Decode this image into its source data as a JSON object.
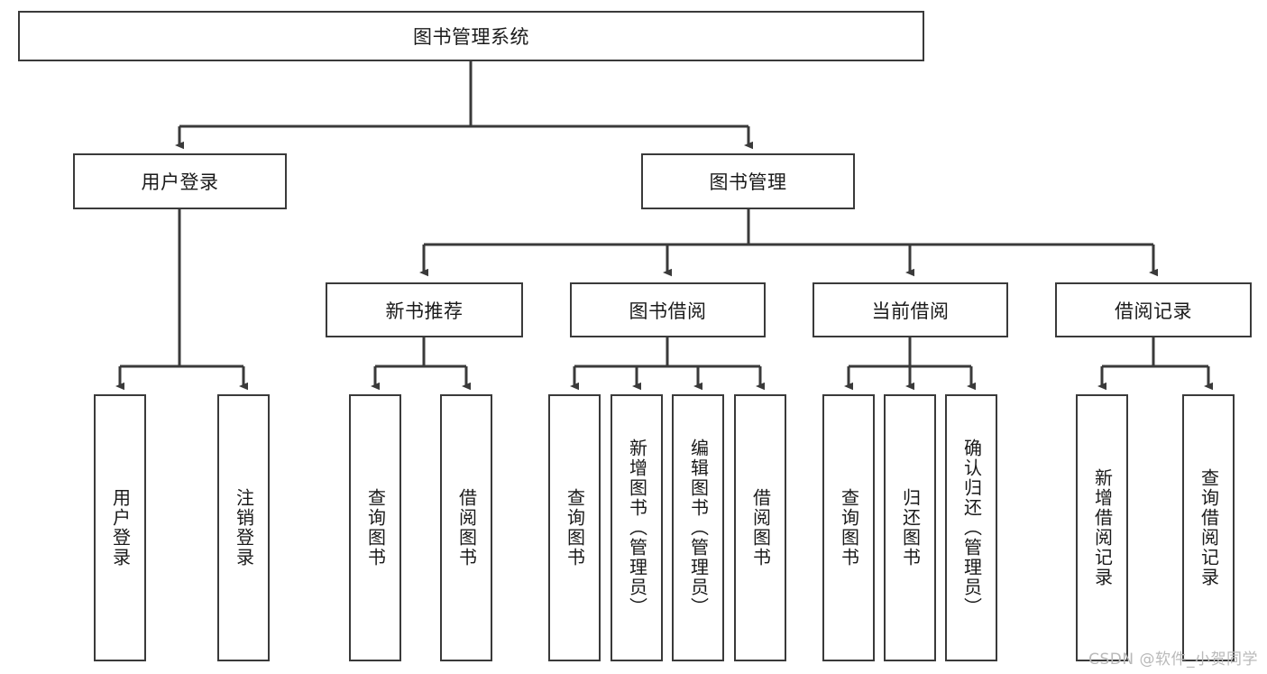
{
  "diagram": {
    "title": "图书管理系统",
    "type": "tree",
    "root": {
      "id": "root",
      "label": "图书管理系统",
      "orientation": "horizontal"
    },
    "level2": [
      {
        "id": "user-login",
        "label": "用户登录",
        "orientation": "horizontal"
      },
      {
        "id": "book-management",
        "label": "图书管理",
        "orientation": "horizontal"
      }
    ],
    "level3": [
      {
        "id": "new-book-recommend",
        "label": "新书推荐",
        "orientation": "horizontal",
        "parent": "book-management"
      },
      {
        "id": "book-borrow",
        "label": "图书借阅",
        "orientation": "horizontal",
        "parent": "book-management"
      },
      {
        "id": "current-borrow",
        "label": "当前借阅",
        "orientation": "horizontal",
        "parent": "book-management"
      },
      {
        "id": "borrow-record",
        "label": "借阅记录",
        "orientation": "horizontal",
        "parent": "book-management"
      }
    ],
    "leaves": [
      {
        "id": "leaf-user-login",
        "label": "用户登录",
        "parent": "user-login"
      },
      {
        "id": "leaf-user-logout",
        "label": "注销登录",
        "parent": "user-login"
      },
      {
        "id": "leaf-query-book-1",
        "label": "查询图书",
        "parent": "new-book-recommend"
      },
      {
        "id": "leaf-borrow-book-1",
        "label": "借阅图书",
        "parent": "new-book-recommend"
      },
      {
        "id": "leaf-query-book-2",
        "label": "查询图书",
        "parent": "book-borrow"
      },
      {
        "id": "leaf-add-book",
        "label": "新增图书（管理员）",
        "parent": "book-borrow"
      },
      {
        "id": "leaf-edit-book",
        "label": "编辑图书（管理员）",
        "parent": "book-borrow"
      },
      {
        "id": "leaf-borrow-book-2",
        "label": "借阅图书",
        "parent": "book-borrow"
      },
      {
        "id": "leaf-query-book-3",
        "label": "查询图书",
        "parent": "current-borrow"
      },
      {
        "id": "leaf-return-book",
        "label": "归还图书",
        "parent": "current-borrow"
      },
      {
        "id": "leaf-confirm-return",
        "label": "确认归还（管理员）",
        "parent": "current-borrow"
      },
      {
        "id": "leaf-add-record",
        "label": "新增借阅记录",
        "parent": "borrow-record"
      },
      {
        "id": "leaf-query-record",
        "label": "查询借阅记录",
        "parent": "borrow-record"
      }
    ],
    "colors": {
      "box_border": "#3a3a3a",
      "box_fill": "#ffffff",
      "connector": "#3a3a3a",
      "text": "#1a1a1a",
      "watermark": "#b9b9b9"
    }
  },
  "watermark": {
    "text": "CSDN @软件_小贺同学"
  }
}
